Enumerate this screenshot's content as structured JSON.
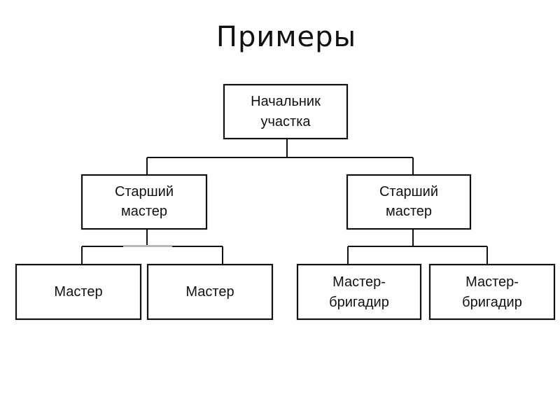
{
  "title": "Примеры",
  "diagram": {
    "root": {
      "lines": [
        "Начальник",
        "участка"
      ]
    },
    "level2": [
      {
        "lines": [
          "Старший",
          "мастер"
        ]
      },
      {
        "lines": [
          "Старший",
          "мастер"
        ]
      }
    ],
    "level3": [
      {
        "lines": [
          "Мастер"
        ]
      },
      {
        "lines": [
          "Мастер"
        ]
      },
      {
        "lines": [
          "Мастер-",
          "бригадир"
        ]
      },
      {
        "lines": [
          "Мастер-",
          "бригадир"
        ]
      }
    ],
    "colors": {
      "stroke": "#111111",
      "background": "#ffffff"
    }
  }
}
